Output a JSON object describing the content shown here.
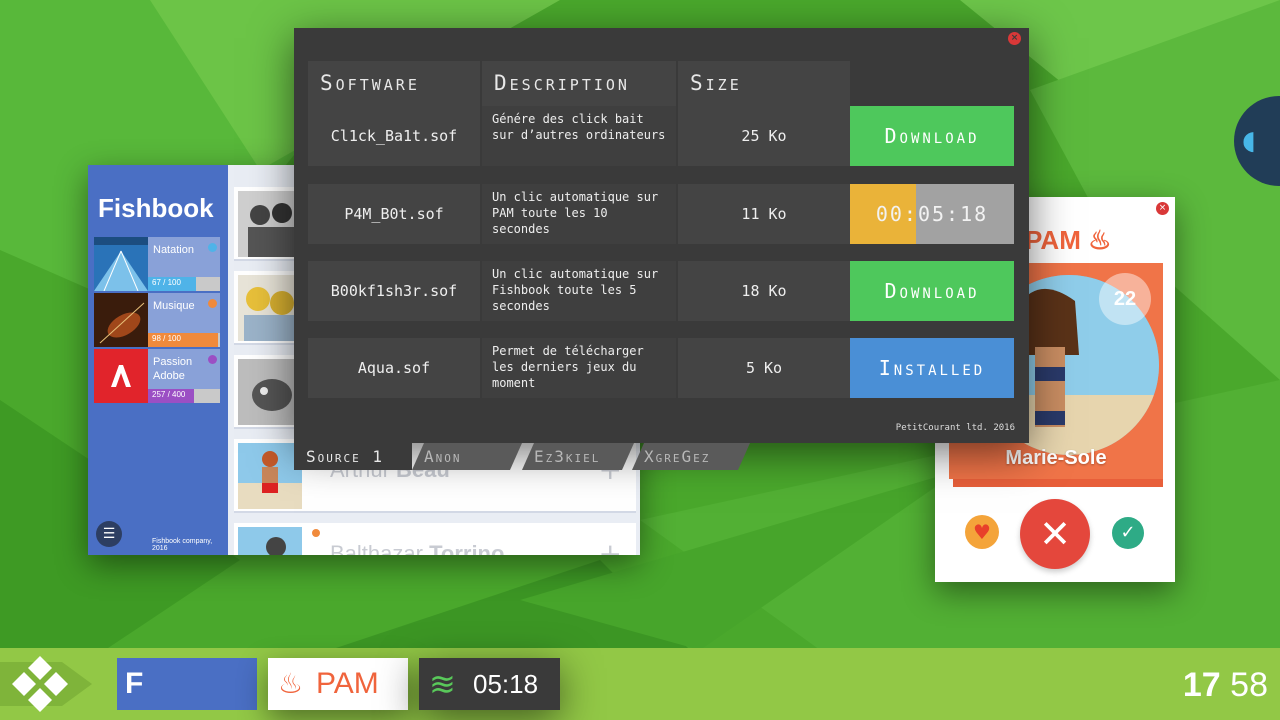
{
  "desktop": {
    "clock": {
      "hours": "17",
      "minutes": "58"
    }
  },
  "taskbar": {
    "fishbook_label": "F",
    "pam_label": "PAM",
    "pam_icon": "candle-icon",
    "software_timer": "05:18",
    "software_icon": "waves-icon"
  },
  "software_window": {
    "headers": [
      "Software",
      "Description",
      "Size"
    ],
    "rows": [
      {
        "name": "Cl1ck_Ba1t.sof",
        "description": "Génére des click bait sur d’autres ordinateurs",
        "size": "25 Ko",
        "action": "Download",
        "action_type": "download"
      },
      {
        "name": "P4M_B0t.sof",
        "description": "Un clic automatique sur PAM toute les 10 secondes",
        "size": "11 Ko",
        "action": "00:05:18",
        "action_type": "timer",
        "progress": 0.4
      },
      {
        "name": "B00kf1sh3r.sof",
        "description": "Un clic automatique sur Fishbook toute les 5 secondes",
        "size": "18 Ko",
        "action": "Download",
        "action_type": "download"
      },
      {
        "name": "Aqua.sof",
        "description": "Permet de télécharger les derniers jeux du moment",
        "size": "5 Ko",
        "action": "Installed",
        "action_type": "installed"
      }
    ],
    "footer": "PetitCourant ltd. 2016",
    "tabs": [
      "Source 1",
      "Anon",
      "Ez3kiel",
      "XgreGez"
    ],
    "colors": {
      "download": "#4ec85c",
      "installed": "#4a8fd6",
      "timer": "#eab339"
    }
  },
  "fishbook_window": {
    "title": "Fishbook",
    "groups": [
      {
        "name": "Natation",
        "progress": "67 / 100",
        "ratio": 0.67,
        "dot_color": "#4fb3e8",
        "fill_color": "#4fb3e8"
      },
      {
        "name": "Musique",
        "progress": "98 / 100",
        "ratio": 0.98,
        "dot_color": "#f08a3c",
        "fill_color": "#f08a3c"
      },
      {
        "name": "Passion Adobe",
        "progress": "257 / 400",
        "ratio": 0.64,
        "dot_color": "#9b4fc4",
        "fill_color": "#9b4fc4"
      }
    ],
    "feed": [
      {
        "first": "",
        "last": ""
      },
      {
        "first": "",
        "last": ""
      },
      {
        "first": "",
        "last": ""
      },
      {
        "first": "Arthur",
        "last": "Beau"
      },
      {
        "first": "Balthazar",
        "last": "Torrino"
      }
    ],
    "footer": "Fishbook company, 2016"
  },
  "pam_window": {
    "logo": "PAM",
    "profile_name": "Marie-Sole",
    "profile_age": "22"
  }
}
